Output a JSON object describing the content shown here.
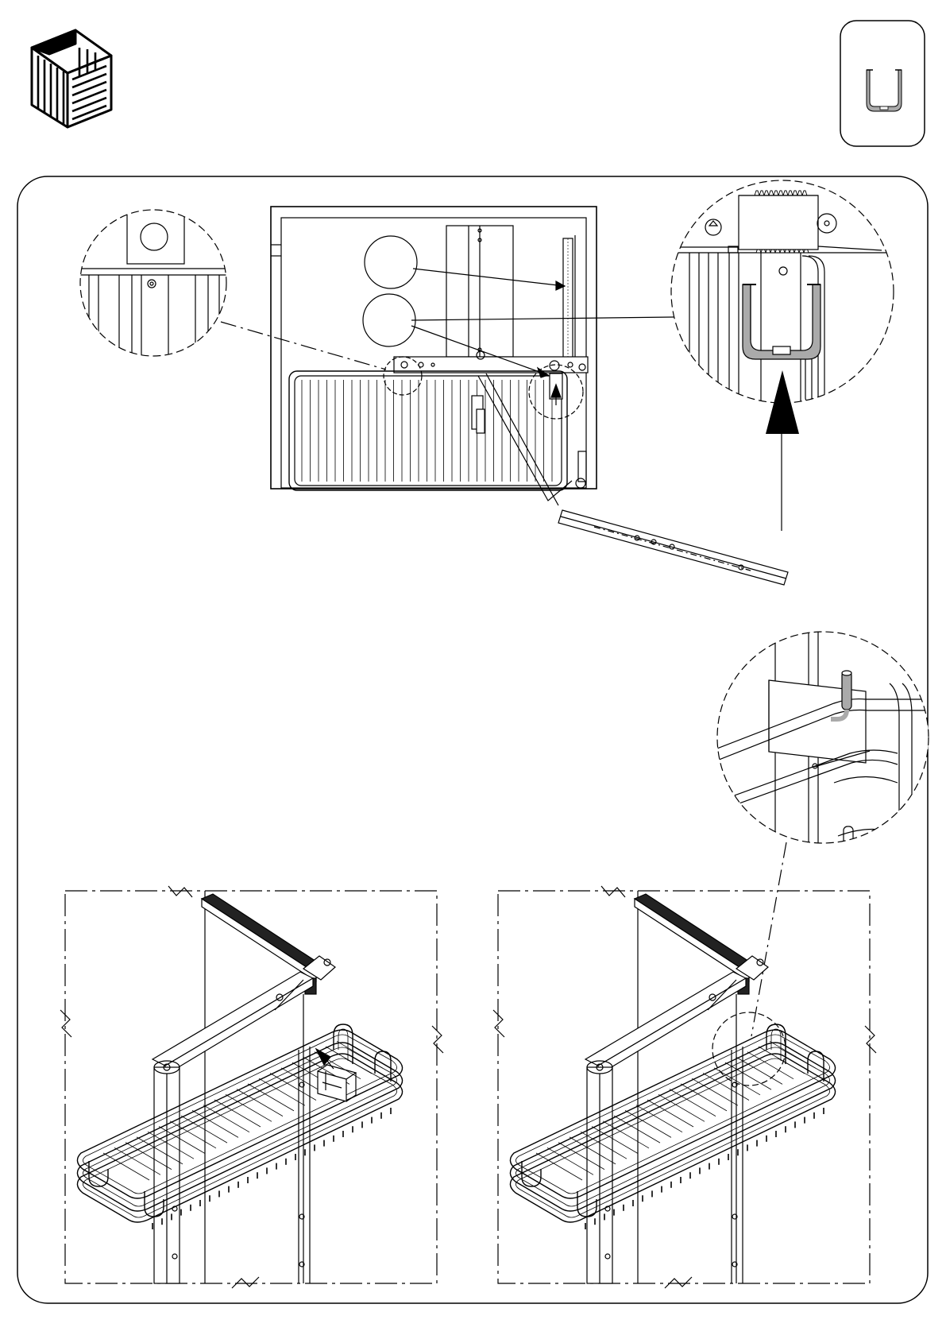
{
  "colors": {
    "ink": "#000000",
    "paper": "#ffffff",
    "part_grey": "#aaaaaa",
    "rack_dark": "#222222"
  },
  "icons": {
    "logo": "slatted-basket-logo-icon",
    "part_badge": "u-channel-clip-icon"
  },
  "views": {
    "top_view": "cabinet-top-view",
    "detail_rail": "magnifier-rail-screw",
    "detail_clip": "magnifier-u-clip",
    "detail_hook": "magnifier-basket-hook",
    "iso_before": "basket-before-clip",
    "iso_after": "basket-after-clip"
  },
  "steps": [
    {
      "id": "step-1",
      "action": "clip-slides-onto-rail"
    },
    {
      "id": "step-2",
      "action": "basket-hooks-into-clip"
    }
  ]
}
